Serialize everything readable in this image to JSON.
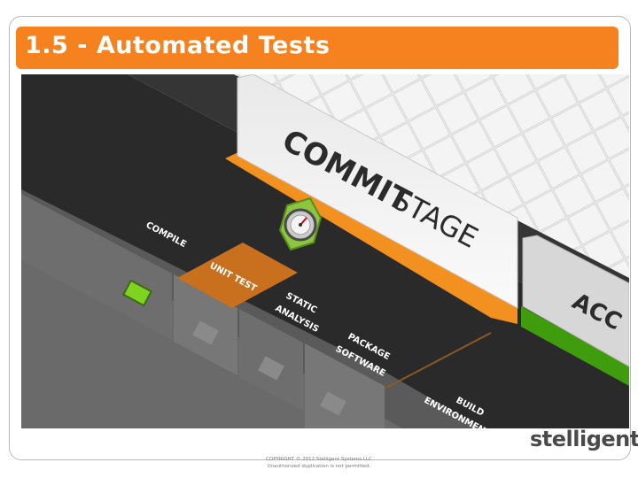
{
  "slide": {
    "title": "1.5 - Automated Tests"
  },
  "pipeline": {
    "commit_stage_bold": "COMMIT",
    "commit_stage_light": "STAGE",
    "next_stage_partial": "ACC",
    "steps": [
      {
        "line1": "COMPILE",
        "line2": ""
      },
      {
        "line1": "UNIT TEST",
        "line2": ""
      },
      {
        "line1": "STATIC",
        "line2": "ANALYSIS"
      },
      {
        "line1": "PACKAGE",
        "line2": "SOFTWARE"
      },
      {
        "line1": "BUILD",
        "line2": "ENVIRONMENTS"
      }
    ],
    "active_step": "UNIT TEST",
    "colors": {
      "orange": "#f39120",
      "green_indicator": "#7ed321",
      "track_dark": "#2e2e2e",
      "accept_green": "#3f9c0c"
    },
    "icons": [
      "gauge-icon",
      "status-light-icon"
    ]
  },
  "footer": {
    "brand": "stelligent",
    "copyright_line1": "COPYRIGHT © 2012 Stelligent Systems LLC",
    "copyright_line2": "Unauthorized duplication is not permitted."
  }
}
